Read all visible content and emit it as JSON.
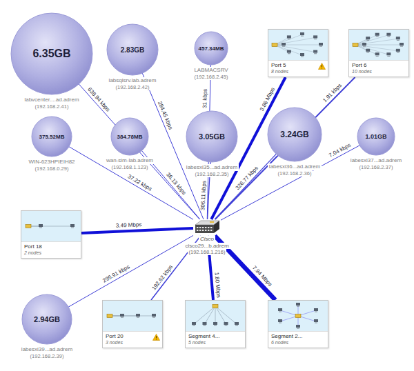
{
  "diagram": {
    "nodes": [
      {
        "text": [
          "6.35GB",
          "labvcenter....ad.adrem",
          "(192.168.2.41)"
        ]
      },
      {
        "text": [
          "2.83GB",
          "labsqlsrv.lab.adrem",
          "(192.168.2.42)"
        ]
      },
      {
        "text": [
          "457.34MB",
          "LABMACSRV",
          "(192.168.2.45)"
        ]
      },
      {
        "text": [
          "Port 5",
          "8 nodes"
        ]
      },
      {
        "text": [
          "Port 6",
          "10 nodes"
        ]
      },
      {
        "text": [
          "375.52MB",
          "WIN-623HPIEIH82",
          "(192.168.0.29)"
        ]
      },
      {
        "text": [
          "384.78MB",
          "wan-sim-lab.adrem",
          "(192.168.1.123)"
        ]
      },
      {
        "text": [
          "3.05GB",
          "labesxi35...ad.adrem",
          "(192.168.2.35)"
        ]
      },
      {
        "text": [
          "3.24GB",
          "labesxi36...ad.adrem",
          "(192.168.2.36)"
        ]
      },
      {
        "text": [
          "1.01GB",
          "labesxi37...ad.adrem",
          "(192.168.2.37)"
        ]
      },
      {
        "text": [
          "Port 18",
          "2 nodes"
        ]
      },
      {
        "text": [
          "Cisco",
          "cisco29...b.adrem",
          "(192.168.1.216)"
        ]
      },
      {
        "text": [
          "2.94GB",
          "labesxi39...ad.adrem",
          "(192.168.2.39)"
        ]
      },
      {
        "text": [
          "Port 20",
          "3 nodes"
        ]
      },
      {
        "text": [
          "Segment 4...",
          "5 nodes"
        ]
      },
      {
        "text": [
          "Segment 2...",
          "6 nodes"
        ]
      }
    ],
    "edges": [
      {
        "from": 11,
        "to": 0,
        "arrow": "none",
        "label": "638.94 kbps"
      },
      {
        "from": 11,
        "to": 1,
        "arrow": "none",
        "label": "284.45 kbps"
      },
      {
        "from": 11,
        "to": 2,
        "arrow": "none",
        "label": "31 kbps"
      },
      {
        "from": 11,
        "to": 3,
        "arrow": "none",
        "label": "3.86 Mbps"
      },
      {
        "from": 11,
        "to": 4,
        "arrow": "none",
        "label": "1.91 kbps"
      },
      {
        "from": 11,
        "to": 5,
        "arrow": "none",
        "label": "37.22 kbps"
      },
      {
        "from": 11,
        "to": 6,
        "arrow": "none",
        "label": "36.13 kbps"
      },
      {
        "from": 11,
        "to": 7,
        "arrow": "none",
        "label": "306.11 kbps"
      },
      {
        "from": 11,
        "to": 8,
        "arrow": "none",
        "label": "326.77 kbps"
      },
      {
        "from": 11,
        "to": 9,
        "arrow": "none",
        "label": "7.04 kbps"
      },
      {
        "from": 11,
        "to": 10,
        "arrow": "none",
        "label": "3.49 Mbps"
      },
      {
        "from": 11,
        "to": 12,
        "arrow": "none",
        "label": "295.91 kbps"
      },
      {
        "from": 11,
        "to": 13,
        "arrow": "none",
        "label": "192.62 kbps"
      },
      {
        "from": 11,
        "to": 14,
        "arrow": "none",
        "label": "1.80 Mbps"
      },
      {
        "from": 11,
        "to": 15,
        "arrow": "none",
        "label": "7.94 Mbps"
      }
    ]
  }
}
